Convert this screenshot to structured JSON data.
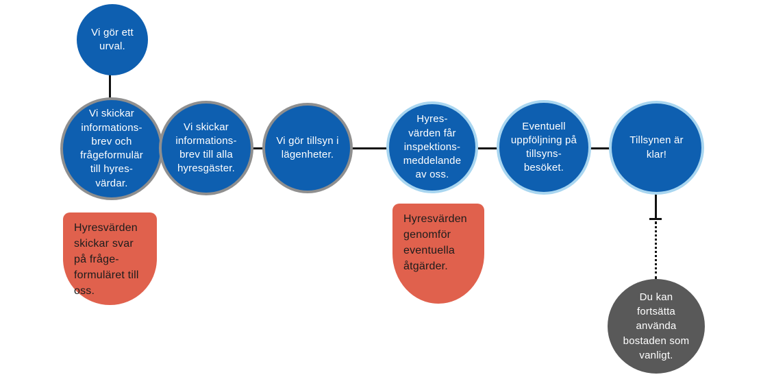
{
  "colors": {
    "node_blue": "#0e5fb0",
    "node_border_gray": "#8f8f8f",
    "node_border_light_blue": "#a9d6f0",
    "callout_red": "#e0614d",
    "end_node_dark_gray": "#595959",
    "connector_black": "#111111"
  },
  "flowchart": {
    "start_node": {
      "label": "Vi gör ett\nurval."
    },
    "steps": [
      {
        "label": "Vi skickar\ninformations-\nbrev och\nfrågeformulär\ntill hyres-\nvärdar.",
        "border": "gray"
      },
      {
        "label": "Vi skickar\ninformations-\nbrev till alla\nhyresgäster.",
        "border": "gray"
      },
      {
        "label": "Vi gör tillsyn i\nlägenheter.",
        "border": "gray"
      },
      {
        "label": "Hyres-\nvärden får\ninspektions-\nmeddelande\nav oss.",
        "border": "light-blue"
      },
      {
        "label": "Eventuell\nuppföljning på\ntillsyns-\nbesöket.",
        "border": "light-blue"
      },
      {
        "label": "Tillsynen är\nklar!",
        "border": "light-blue"
      }
    ],
    "callouts": [
      {
        "label": "Hyresvärden\nskickar svar\npå fråge-\nformuläret till\noss."
      },
      {
        "label": "Hyresvärden\ngenomför\neventuella\nåtgärder."
      }
    ],
    "end_node": {
      "label": "Du kan\nfortsätta\nanvända\nbostaden som\nvanligt."
    }
  }
}
